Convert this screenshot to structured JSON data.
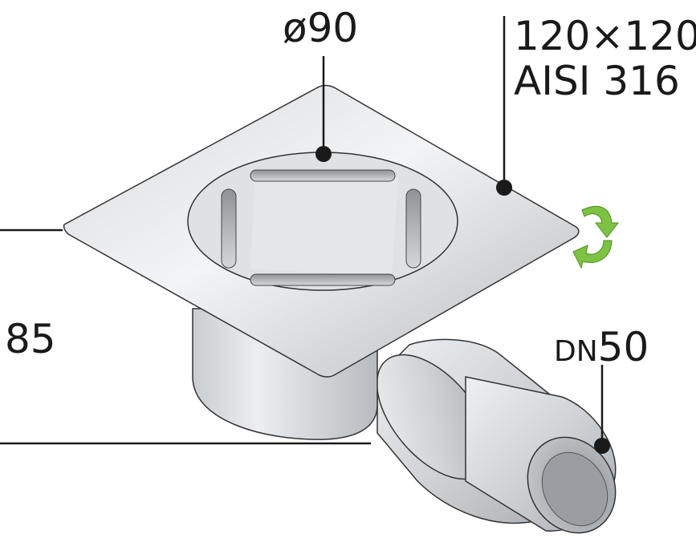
{
  "labels": {
    "grate_diameter": "ø90",
    "plate_size": "120×120",
    "material": "AISI 316",
    "height": "85",
    "outlet_prefix": "DN",
    "outlet_size": "50"
  },
  "colors": {
    "line": "#1a1a1a",
    "rotate_arrow": "#7dc242",
    "steel_light": "#e6e8ea",
    "steel_dark": "#a9adb1"
  },
  "icons": {
    "rotation": "rotate-arrows-icon"
  }
}
